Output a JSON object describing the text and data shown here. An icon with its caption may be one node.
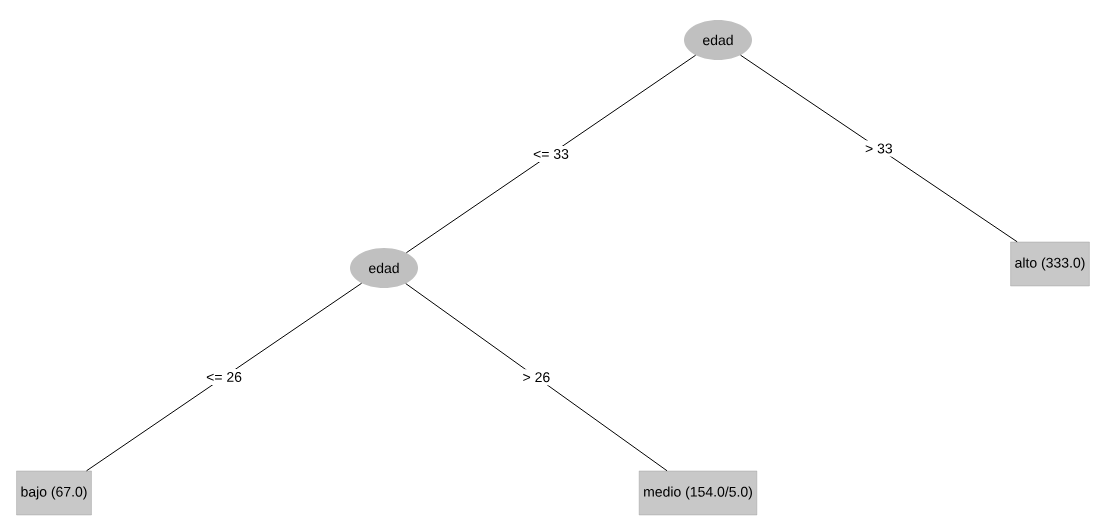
{
  "diagram": {
    "nodes": [
      {
        "text": [
          "edad"
        ]
      },
      {
        "text": [
          "edad"
        ]
      },
      {
        "text": [
          "alto (333.0)"
        ]
      },
      {
        "text": [
          "bajo (67.0)"
        ]
      },
      {
        "text": [
          "medio (154.0/5.0)"
        ]
      }
    ],
    "edges": [
      {
        "from": 0,
        "to": 1,
        "arrow": "none",
        "label": "<= 33"
      },
      {
        "from": 0,
        "to": 2,
        "arrow": "none",
        "label": "> 33"
      },
      {
        "from": 1,
        "to": 3,
        "arrow": "none",
        "label": "<= 26"
      },
      {
        "from": 1,
        "to": 4,
        "arrow": "none",
        "label": "> 26"
      }
    ]
  }
}
